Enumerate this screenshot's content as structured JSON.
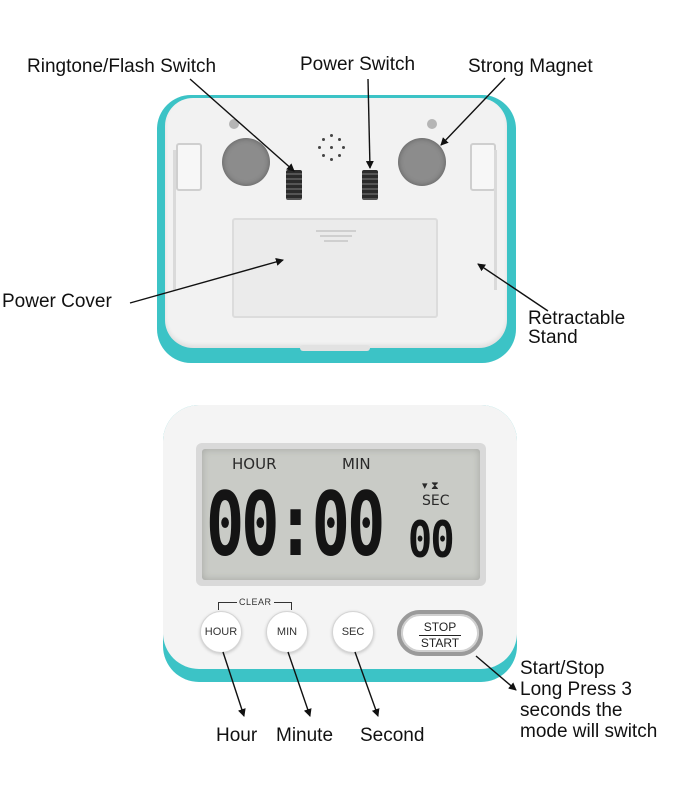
{
  "labels": {
    "ringtone_flash_switch": "Ringtone/Flash Switch",
    "power_switch": "Power Switch",
    "strong_magnet": "Strong Magnet",
    "power_cover": "Power Cover",
    "retractable_line1": "Retractable",
    "retractable_line2": "Stand",
    "hour": "Hour",
    "minute": "Minute",
    "second": "Second",
    "start_stop_line1": "Start/Stop",
    "start_stop_line2": "Long Press 3",
    "start_stop_line3": "seconds the",
    "start_stop_line4": "mode will switch"
  },
  "display": {
    "hour_label": "HOUR",
    "min_label": "MIN",
    "sec_label": "SEC",
    "hourglass_glyph": "▾ ⧗",
    "main_digits": "00:00",
    "seconds_digits": "00"
  },
  "buttons": {
    "clear_label": "CLEAR",
    "hour": "HOUR",
    "min": "MIN",
    "sec": "SEC",
    "stop": "STOP",
    "start": "START"
  },
  "colors": {
    "frame_teal": "#3cc3c6",
    "body_white": "#f2f2f2",
    "lcd_gray": "#c9cbc6"
  }
}
